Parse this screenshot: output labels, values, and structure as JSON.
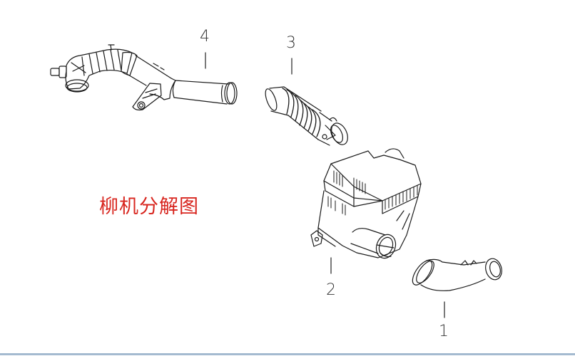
{
  "diagram": {
    "title": "柳机分解图",
    "title_color": "#d8261f",
    "line_color": "#1a1a1a",
    "parts": [
      {
        "id": "4",
        "label": "4",
        "name": "Air intake pipe (bellows + pipe with bracket)"
      },
      {
        "id": "3",
        "label": "3",
        "name": "Corrugated hose with clamps"
      },
      {
        "id": "2",
        "label": "2",
        "name": "Air filter housing"
      },
      {
        "id": "1",
        "label": "1",
        "name": "Curved intake hose"
      }
    ]
  }
}
